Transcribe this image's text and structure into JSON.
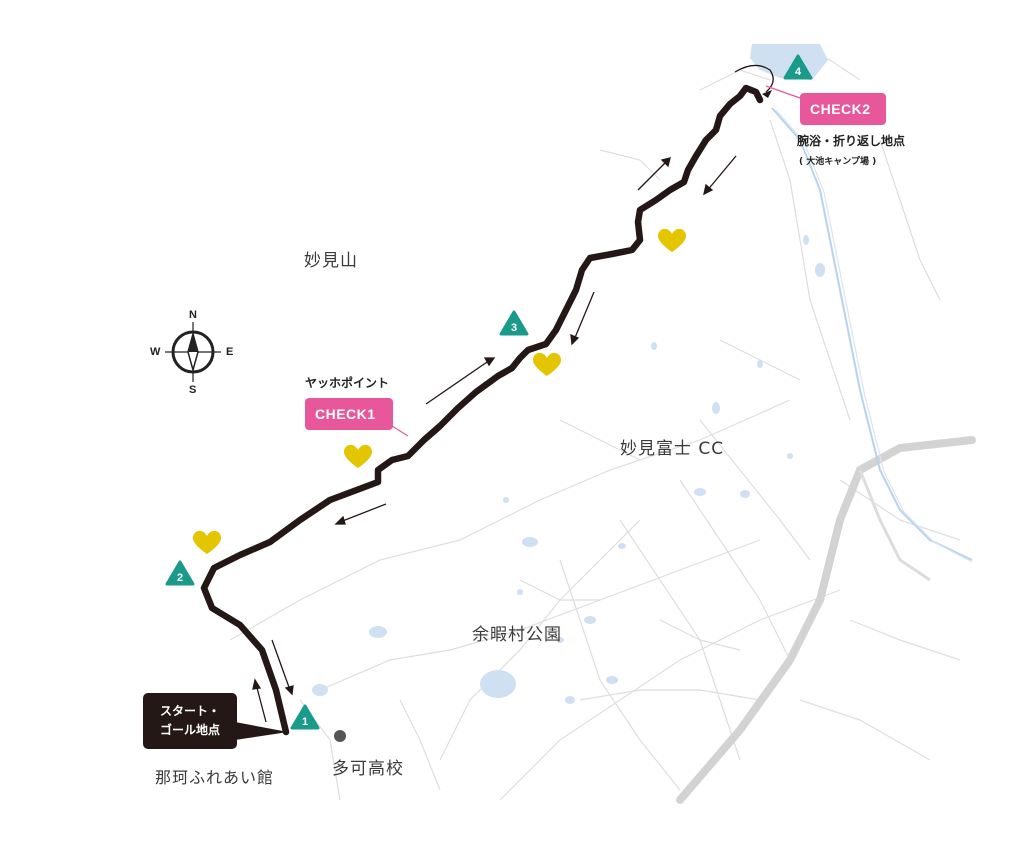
{
  "colors": {
    "route": "#231815",
    "check_tag": "#e8579a",
    "start_box": "#231815",
    "marker": "#1a9a8a",
    "heart": "#e3c500",
    "water": "#cfe0f2",
    "road": "#dcdcdc",
    "road_major": "#cfcfcf",
    "river": "#bcd6ee"
  },
  "places": {
    "myokosan": "妙見山",
    "myoken_fuji_cc": "妙見富士 CC",
    "yoka_park": "余暇村公園",
    "taka_high": "多可高校",
    "naka_fureai": "那珂ふれあい館"
  },
  "checkpoints": {
    "check1": {
      "label": "CHECK1",
      "caption": "ヤッホポイント"
    },
    "check2": {
      "label": "CHECK2",
      "caption": "腕浴・折り返し地点",
      "sub_caption": "( 大池キャンプ場 )"
    }
  },
  "start_goal": {
    "line1": "スタート・",
    "line2": "ゴール地点"
  },
  "markers": [
    "1",
    "2",
    "3",
    "4"
  ],
  "compass": {
    "n": "N",
    "s": "S",
    "e": "E",
    "w": "W"
  },
  "icons": [
    "heart-icon",
    "compass-icon",
    "direction-arrow-icon",
    "marker-triangle-icon"
  ]
}
